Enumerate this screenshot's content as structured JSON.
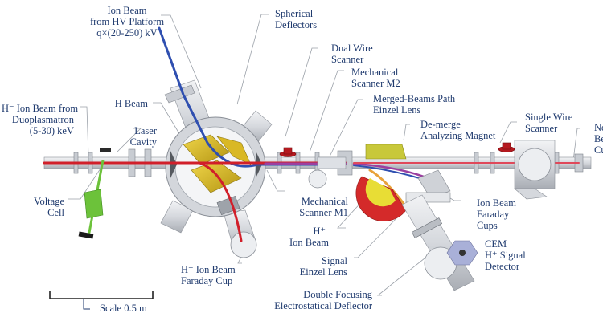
{
  "labels": {
    "ion_beam_hv": "Ion Beam\nfrom HV Platform\nq×(20-250) kV",
    "spherical_deflectors": "Spherical\nDeflectors",
    "dual_wire_scanner": "Dual Wire\nScanner",
    "mechanical_scanner_m2": "Mechanical\nScanner M2",
    "merged_beams_einzel": "Merged-Beams Path\nEinzel Lens",
    "demerge_magnet": "De-merge\nAnalyzing Magnet",
    "single_wire_scanner": "Single Wire\nScanner",
    "neutral_beam_cup": "Neutral\nBeam\nCup",
    "h_minus_source": "H⁻ Ion Beam from\nDuoplasmatron\n(5-30) keV",
    "h_beam": "H Beam",
    "laser_cavity": "Laser\nCavity",
    "voltage_cell": "Voltage\nCell",
    "mechanical_scanner_m1": "Mechanical\nScanner M1",
    "h_plus_beam": "H⁺\nIon Beam",
    "ion_beam_faraday_cups": "Ion Beam\nFaraday\nCups",
    "cem_detector": "CEM\nH⁺ Signal\nDetector",
    "signal_einzel": "Signal\nEinzel Lens",
    "h_minus_faraday_cup": "H⁻ Ion Beam\nFaraday Cup",
    "double_focusing": "Double Focusing\nElectrostatical Deflector",
    "scale": "Scale 0.5 m"
  },
  "colors": {
    "label_text": "#1f3a6e",
    "h_minus_beam": "#d11f2a",
    "ion_beam": "#2f4fb0",
    "merged_beam": "#9b3fa0",
    "h_plus_beam": "#e8a23a",
    "deflector": "#d9b825",
    "voltage_cell": "#6cc23a",
    "scanner": "#b5191f",
    "magnet": "#c8c83a",
    "chamber": "#d9dbdf"
  }
}
